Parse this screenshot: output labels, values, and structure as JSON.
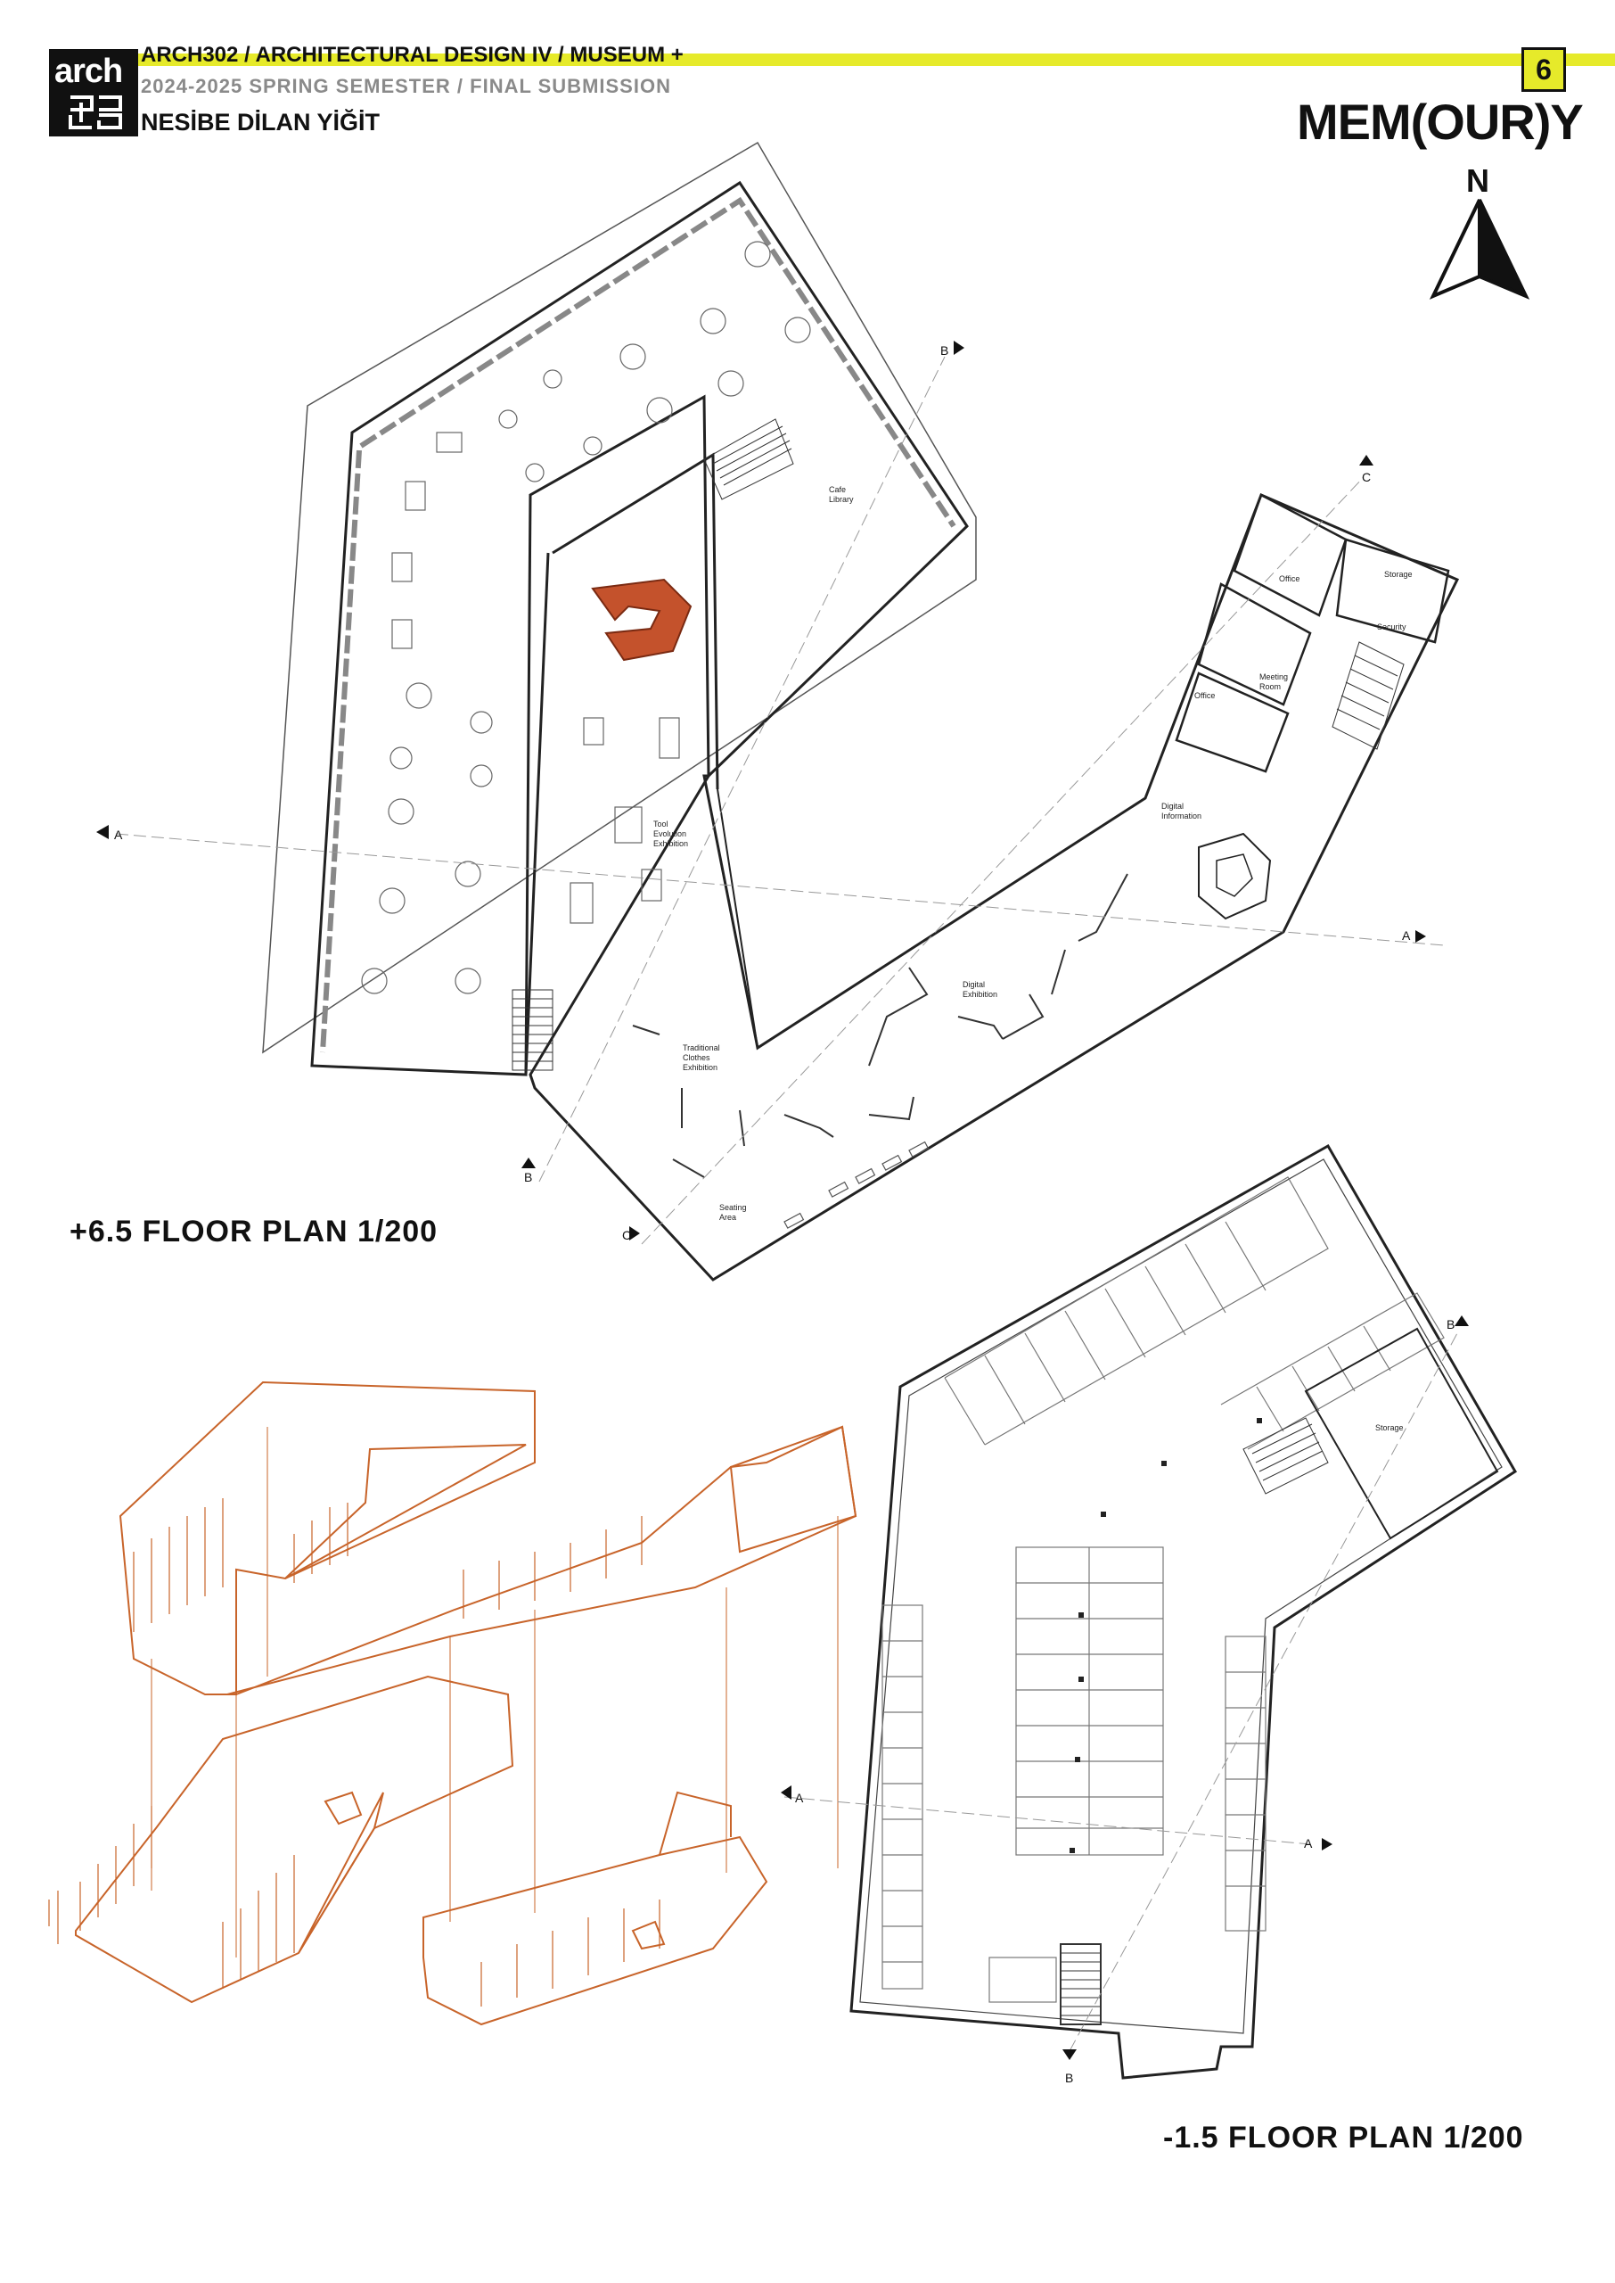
{
  "header": {
    "course": "ARCH302 / ARCHITECTURAL DESIGN IV / MUSEUM +",
    "semester": "2024-2025 SPRING SEMESTER / FINAL SUBMISSION",
    "author": "NESİBE DİLAN YİĞİT",
    "logo_text": "arch",
    "page_number": "6",
    "project_title": "MEM(OUR)Y"
  },
  "north": {
    "letter": "N"
  },
  "upper_plan": {
    "title": "+6.5 FLOOR PLAN 1/200",
    "rooms": {
      "cafe": "Cafe",
      "library": "Library",
      "storage": "Storage",
      "office_a": "Office",
      "security": "Security",
      "meeting_1": "Meeting",
      "meeting_2": "Room",
      "office_b": "Office",
      "digital_info_1": "Digital",
      "digital_info_2": "Information",
      "tool_1": "Tool",
      "tool_2": "Evolution",
      "tool_3": "Exhibition",
      "digital_ex_1": "Digital",
      "digital_ex_2": "Exhibition",
      "trad_1": "Traditional",
      "trad_2": "Clothes",
      "trad_3": "Exhibition",
      "seating_1": "Seating",
      "seating_2": "Area"
    },
    "section_marks": {
      "a_left": "A",
      "a_right": "A",
      "b_top": "B",
      "b_bottom": "B",
      "c_top": "C",
      "c_bottom": "C"
    }
  },
  "lower_plan": {
    "title": "-1.5 FLOOR PLAN 1/200",
    "rooms": {
      "storage": "Storage"
    },
    "section_marks": {
      "a_left": "A",
      "a_right": "A",
      "b_top": "B",
      "b_bottom": "B"
    }
  },
  "colors": {
    "accent_yellow": "#e6ea2a",
    "axon_orange": "#c8642a",
    "stair_red": "#c4522c",
    "ink": "#111111"
  }
}
